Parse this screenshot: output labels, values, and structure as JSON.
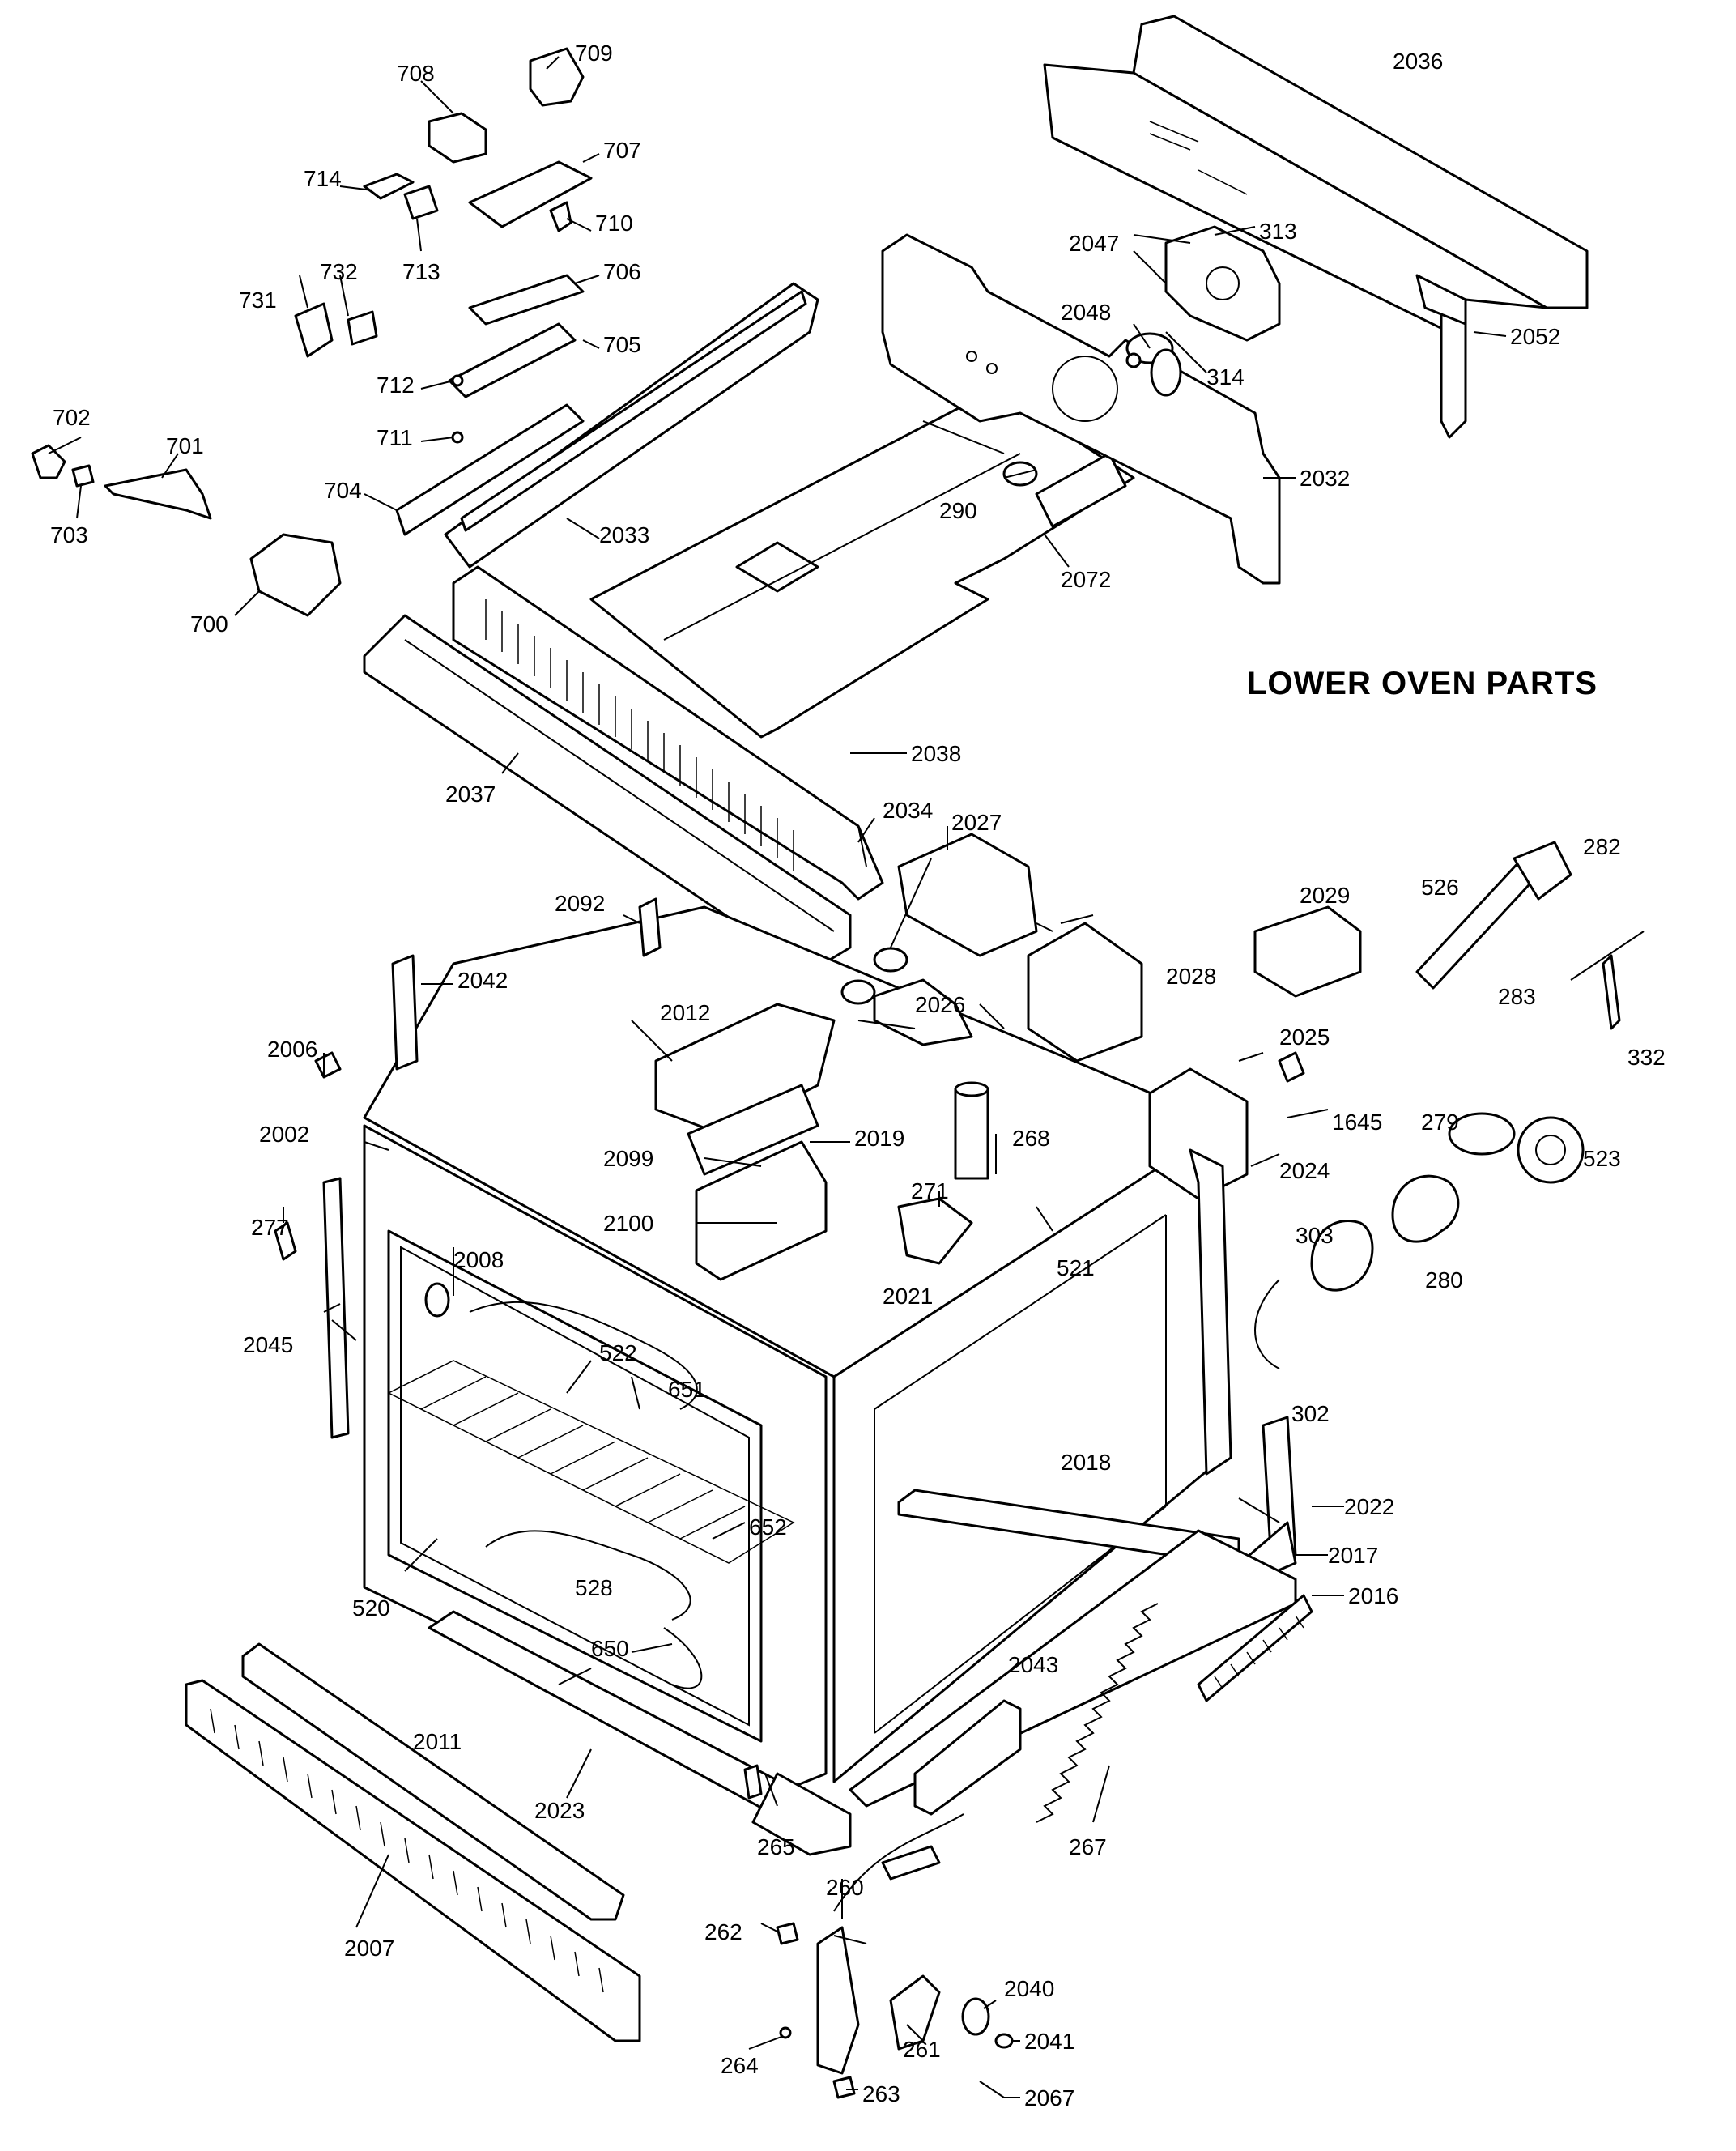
{
  "title": "LOWER OVEN PARTS",
  "labels": [
    "702",
    "701",
    "703",
    "700",
    "714",
    "713",
    "708",
    "709",
    "707",
    "710",
    "706",
    "705",
    "704",
    "712",
    "711",
    "731",
    "732",
    "2033",
    "2037",
    "2034",
    "2036",
    "2047",
    "313",
    "2048",
    "314",
    "2052",
    "2032",
    "290",
    "2072",
    "2038",
    "2027",
    "2092",
    "2042",
    "2006",
    "2002",
    "2012",
    "2026",
    "2028",
    "2029",
    "526",
    "282",
    "283",
    "332",
    "2025",
    "1645",
    "2099",
    "2019",
    "268",
    "271",
    "2100",
    "2024",
    "279",
    "523",
    "277",
    "2008",
    "303",
    "280",
    "521",
    "2045",
    "522",
    "651",
    "2021",
    "302",
    "652",
    "528",
    "520",
    "2018",
    "2022",
    "2017",
    "650",
    "2016",
    "2043",
    "2011",
    "2023",
    "265",
    "267",
    "260",
    "262",
    "2007",
    "2040",
    "261",
    "2041",
    "264",
    "263",
    "2067"
  ],
  "colors": {
    "ink": "#000000",
    "paper": "#ffffff"
  }
}
